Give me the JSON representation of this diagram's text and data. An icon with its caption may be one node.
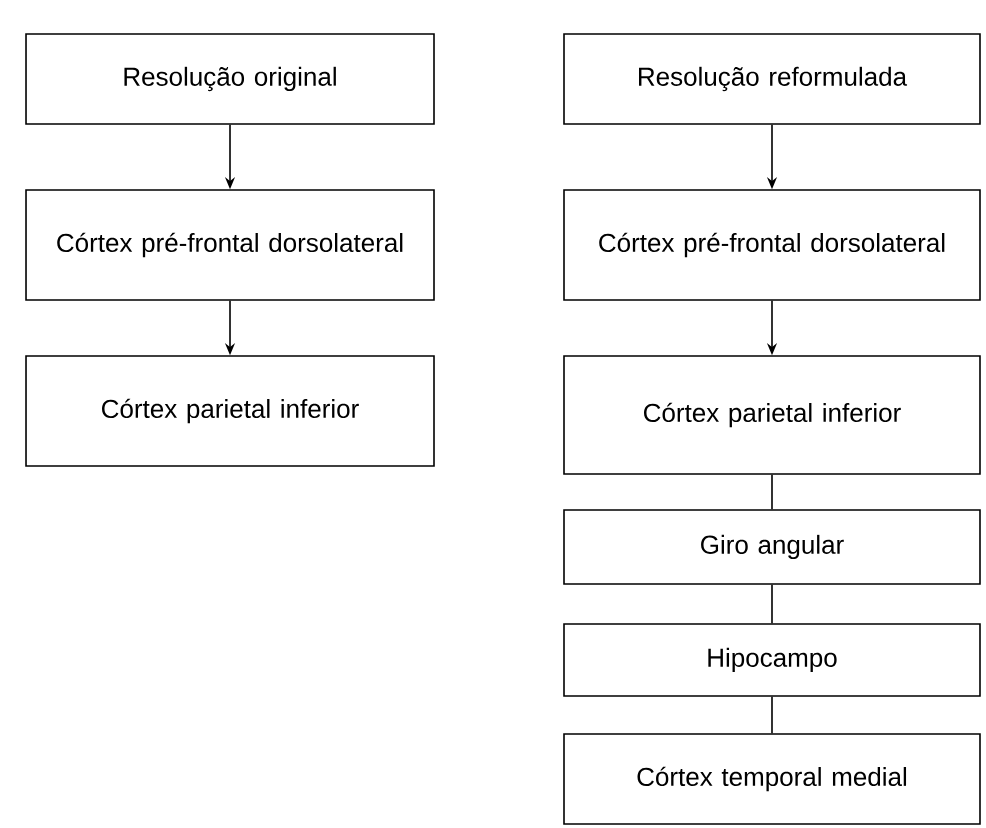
{
  "diagram": {
    "nodes": [
      {
        "text": [
          "Resolução original"
        ]
      },
      {
        "text": [
          "Córtex pré-frontal dorsolateral"
        ]
      },
      {
        "text": [
          "Córtex parietal inferior"
        ]
      },
      {
        "text": [
          "Resolução reformulada"
        ]
      },
      {
        "text": [
          "Córtex pré-frontal dorsolateral"
        ]
      },
      {
        "text": [
          "Córtex parietal inferior"
        ]
      },
      {
        "text": [
          "Giro angular"
        ]
      },
      {
        "text": [
          "Hipocampo"
        ]
      },
      {
        "text": [
          "Córtex temporal medial"
        ]
      }
    ],
    "edges": [
      {
        "from": 0,
        "to": 1,
        "arrow": "to"
      },
      {
        "from": 1,
        "to": 2,
        "arrow": "to"
      },
      {
        "from": 3,
        "to": 4,
        "arrow": "to"
      },
      {
        "from": 4,
        "to": 5,
        "arrow": "to"
      },
      {
        "from": 5,
        "to": 6,
        "arrow": "none"
      },
      {
        "from": 6,
        "to": 7,
        "arrow": "none"
      },
      {
        "from": 7,
        "to": 8,
        "arrow": "none"
      }
    ]
  }
}
